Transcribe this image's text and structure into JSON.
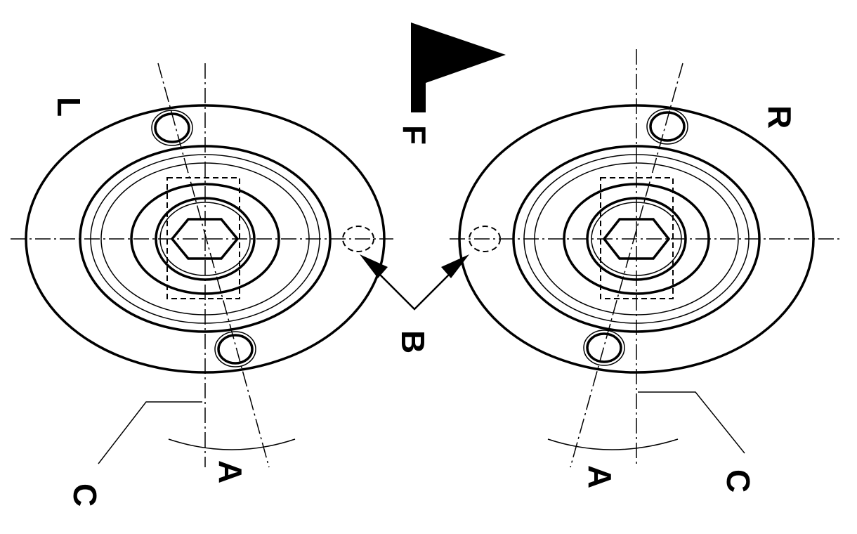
{
  "labels": {
    "left": "L",
    "front": "F",
    "right": "R",
    "b": "B",
    "a_left": "A",
    "a_right": "A",
    "c_left": "C",
    "c_right": "C"
  },
  "colors": {
    "line": "#000000",
    "background": "#ffffff"
  }
}
